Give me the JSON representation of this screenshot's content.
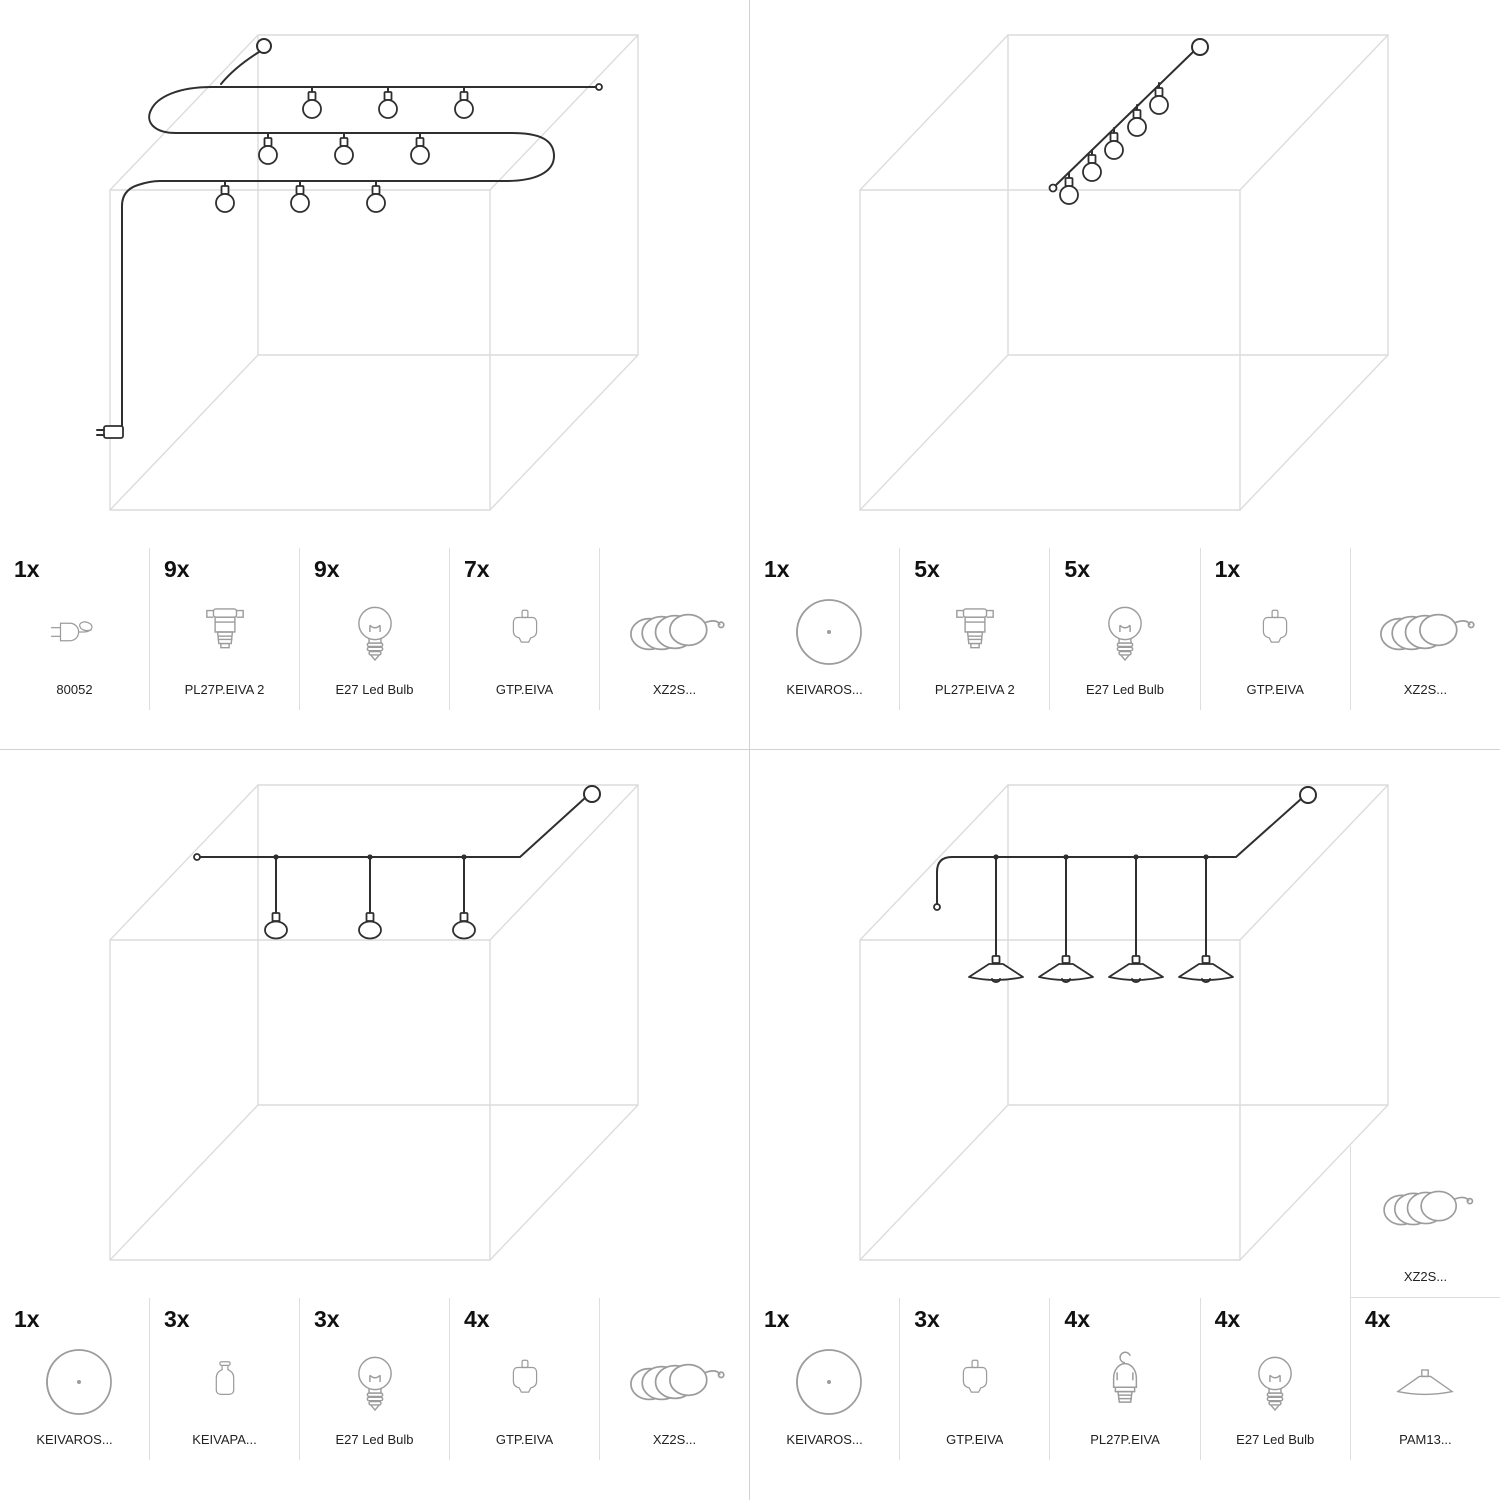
{
  "colors": {
    "cable": "#2f2f2f",
    "cube_wireframe": "#dcdcdc",
    "part_icon": "#9c9c9c",
    "divider": "#d2d2d2",
    "quantity_text": "#111111",
    "code_text": "#222222"
  },
  "panels": [
    {
      "name": "kit-top-left",
      "diagram": "string-lights-three-rows-with-plug",
      "parts": [
        {
          "qty": "1x",
          "code": "80052",
          "icon": "plug-icon"
        },
        {
          "qty": "9x",
          "code": "PL27P.EIVA 2",
          "icon": "lamp-holder-icon"
        },
        {
          "qty": "9x",
          "code": "E27 Led Bulb",
          "icon": "led-bulb-icon"
        },
        {
          "qty": "7x",
          "code": "GTP.EIVA",
          "icon": "cable-gland-icon"
        },
        {
          "qty": "",
          "code": "XZ2S...",
          "icon": "cable-coil-icon"
        }
      ]
    },
    {
      "name": "kit-top-right",
      "diagram": "diagonal-string-lights-with-hook",
      "parts": [
        {
          "qty": "1x",
          "code": "KEIVAROS...",
          "icon": "ceiling-rose-icon"
        },
        {
          "qty": "5x",
          "code": "PL27P.EIVA 2",
          "icon": "lamp-holder-icon"
        },
        {
          "qty": "5x",
          "code": "E27 Led Bulb",
          "icon": "led-bulb-icon"
        },
        {
          "qty": "1x",
          "code": "GTP.EIVA",
          "icon": "cable-gland-icon"
        },
        {
          "qty": "",
          "code": "XZ2S...",
          "icon": "cable-coil-icon"
        }
      ]
    },
    {
      "name": "kit-bottom-left",
      "diagram": "three-pendant-drops-with-hook",
      "parts": [
        {
          "qty": "1x",
          "code": "KEIVAROS...",
          "icon": "ceiling-rose-icon"
        },
        {
          "qty": "3x",
          "code": "KEIVAPA...",
          "icon": "porcelain-holder-icon"
        },
        {
          "qty": "3x",
          "code": "E27 Led Bulb",
          "icon": "led-bulb-icon"
        },
        {
          "qty": "4x",
          "code": "GTP.EIVA",
          "icon": "cable-gland-icon"
        },
        {
          "qty": "",
          "code": "XZ2S...",
          "icon": "cable-coil-icon"
        }
      ]
    },
    {
      "name": "kit-bottom-right",
      "diagram": "four-shade-pendant-drops-with-hook",
      "parts": [
        {
          "qty": "1x",
          "code": "KEIVAROS...",
          "icon": "ceiling-rose-icon"
        },
        {
          "qty": "3x",
          "code": "GTP.EIVA",
          "icon": "cable-gland-icon"
        },
        {
          "qty": "4x",
          "code": "PL27P.EIVA",
          "icon": "hook-holder-icon"
        },
        {
          "qty": "4x",
          "code": "E27 Led Bulb",
          "icon": "led-bulb-icon"
        },
        {
          "qty": "",
          "code": "XZ2S...",
          "icon": "cable-coil-icon"
        },
        {
          "qty": "4x",
          "code": "PAM13...",
          "icon": "flat-shade-icon"
        }
      ]
    }
  ]
}
